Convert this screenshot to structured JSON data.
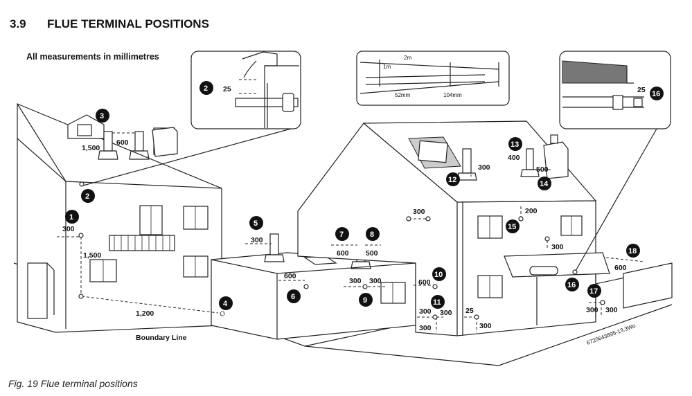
{
  "header": {
    "section": "3.9",
    "title": "FLUE TERMINAL POSITIONS"
  },
  "subtitle": "All measurements in millimetres",
  "caption": "Fig. 19  Flue terminal positions",
  "ref_code": "6720643895-13.3Wo",
  "boundary_line": "Boundary Line",
  "badges": [
    "1",
    "2",
    "2",
    "3",
    "4",
    "5",
    "6",
    "7",
    "8",
    "9",
    "10",
    "11",
    "12",
    "13",
    "14",
    "15",
    "16",
    "16",
    "17",
    "18"
  ],
  "dims": {
    "d300_1": "300",
    "d1500_1": "1,500",
    "d1200": "1,200",
    "d1500_3": "1,500",
    "d600_3": "600",
    "d25_2": "25",
    "d2m": "2m",
    "d1m": "1m",
    "d52": "52mm",
    "d104": "104mm",
    "d300_5": "300",
    "d600_6": "600",
    "d600_7": "600",
    "d500_8": "500",
    "d300_9a": "300",
    "d300_9b": "300",
    "d600_10": "600",
    "d300_11a": "300",
    "d300_11b": "300",
    "d300_11c": "300",
    "d25_ng": "25",
    "d300_ng": "300",
    "d300_12": "300",
    "d400_13": "400",
    "d500_14": "500",
    "d300_top": "300",
    "d200_15": "200",
    "d300_15b": "300",
    "d600_18": "600",
    "d300_17a": "300",
    "d300_17b": "300",
    "d25_16": "25"
  }
}
